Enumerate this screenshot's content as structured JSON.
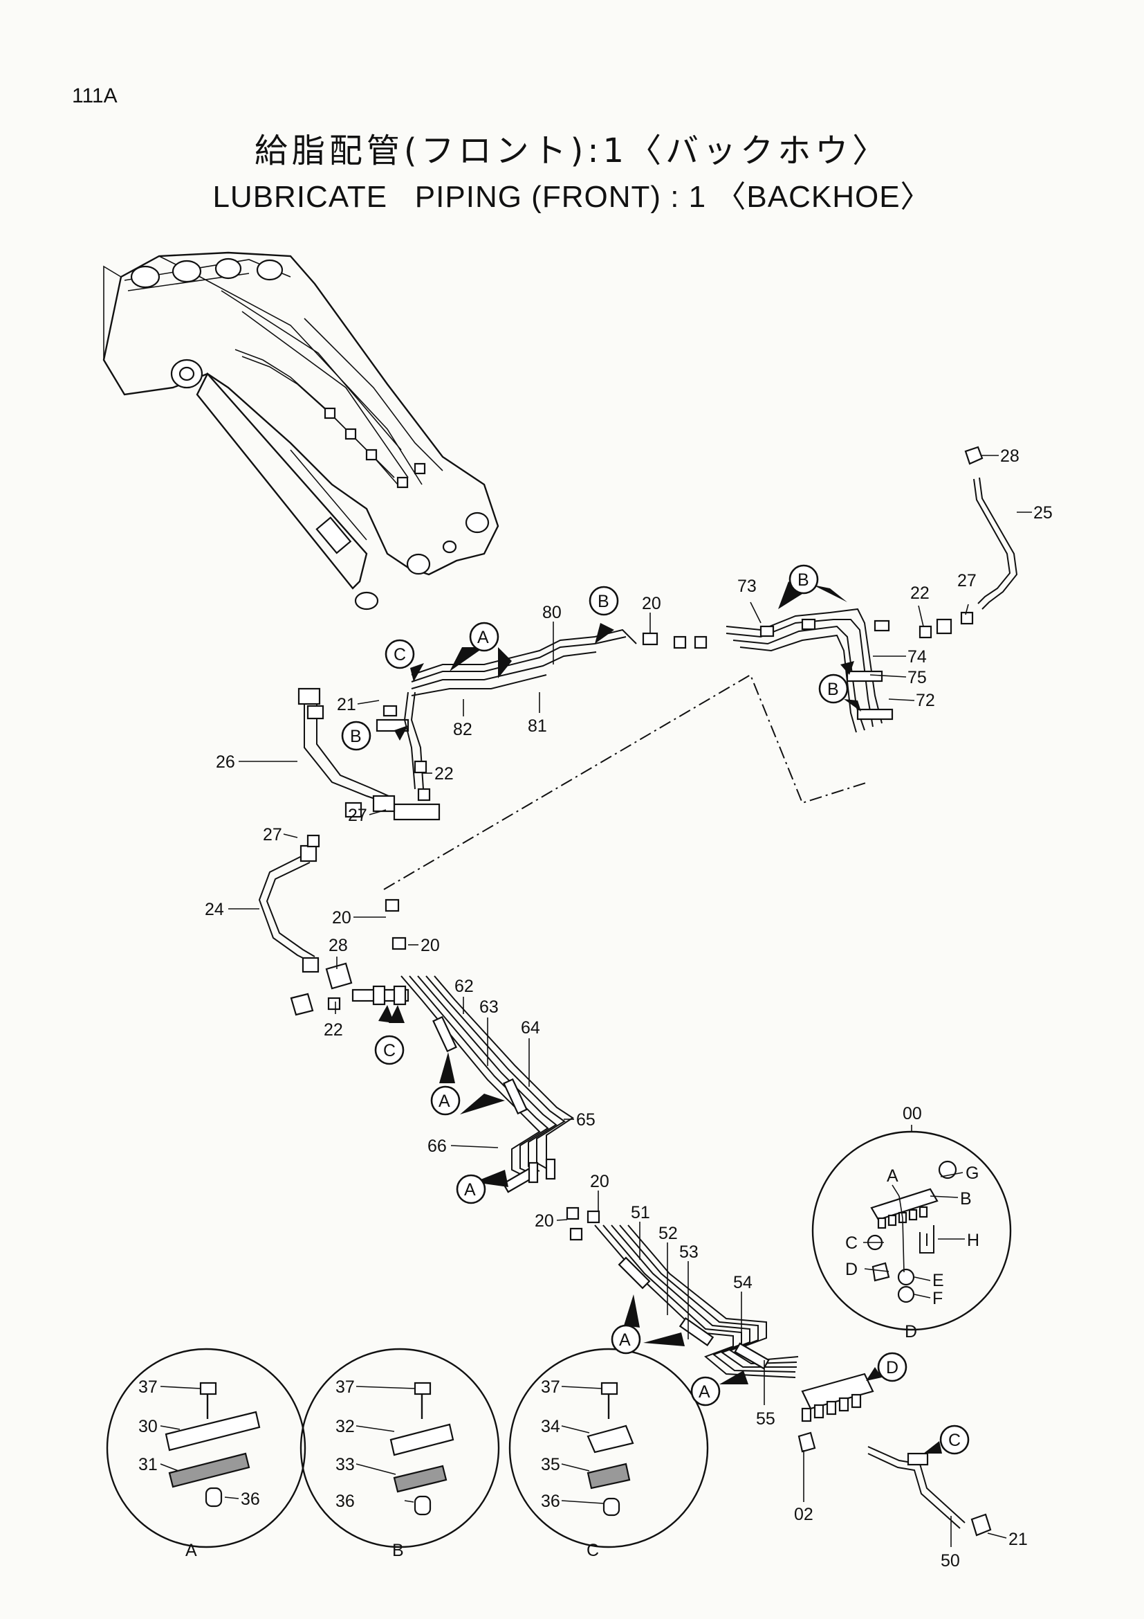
{
  "page_number": "111A",
  "title_jp": "給脂配管(フロント):1〈バックホウ〉",
  "title_en": "LUBRICATE   PIPING (FRONT) : 1 〈BACKHOE〉",
  "callouts": {
    "c28a": "28",
    "c25": "25",
    "c73": "73",
    "c22a": "22",
    "c27a": "27",
    "c74": "74",
    "c75": "75",
    "c72": "72",
    "c80": "80",
    "c20a": "20",
    "c21a": "21",
    "c82": "82",
    "c81": "81",
    "c22b": "22",
    "c26": "26",
    "c27b": "27",
    "c27c": "27",
    "c24": "24",
    "c20b": "20",
    "c20c": "20",
    "c28b": "28",
    "c22c": "22",
    "c62": "62",
    "c63": "63",
    "c64": "64",
    "c65": "65",
    "c66": "66",
    "c20d": "20",
    "c20e": "20",
    "c51": "51",
    "c52": "52",
    "c53": "53",
    "c54": "54",
    "c55": "55",
    "c00": "00",
    "c02": "02",
    "c50": "50",
    "c21b": "21"
  },
  "ref_letters": {
    "bubble_a1": "A",
    "bubble_a2": "A",
    "bubble_a3": "A",
    "bubble_a4": "A",
    "bubble_a5": "A",
    "bubble_b1": "B",
    "bubble_b2": "B",
    "bubble_b3": "B",
    "bubble_b4": "B",
    "bubble_c1": "C",
    "bubble_c2": "C",
    "bubble_c3": "C",
    "bubble_d1": "D"
  },
  "detail_00": {
    "labels": {
      "a": "A",
      "b": "B",
      "c": "C",
      "d": "D",
      "e": "E",
      "f": "F",
      "g": "G",
      "h": "H"
    },
    "caption": "D"
  },
  "detail_a": {
    "c37": "37",
    "c30": "30",
    "c31": "31",
    "c36": "36",
    "caption": "A"
  },
  "detail_b": {
    "c37": "37",
    "c32": "32",
    "c33": "33",
    "c36": "36",
    "caption": "B"
  },
  "detail_c": {
    "c37": "37",
    "c34": "34",
    "c35": "35",
    "c36": "36",
    "caption": "C"
  }
}
